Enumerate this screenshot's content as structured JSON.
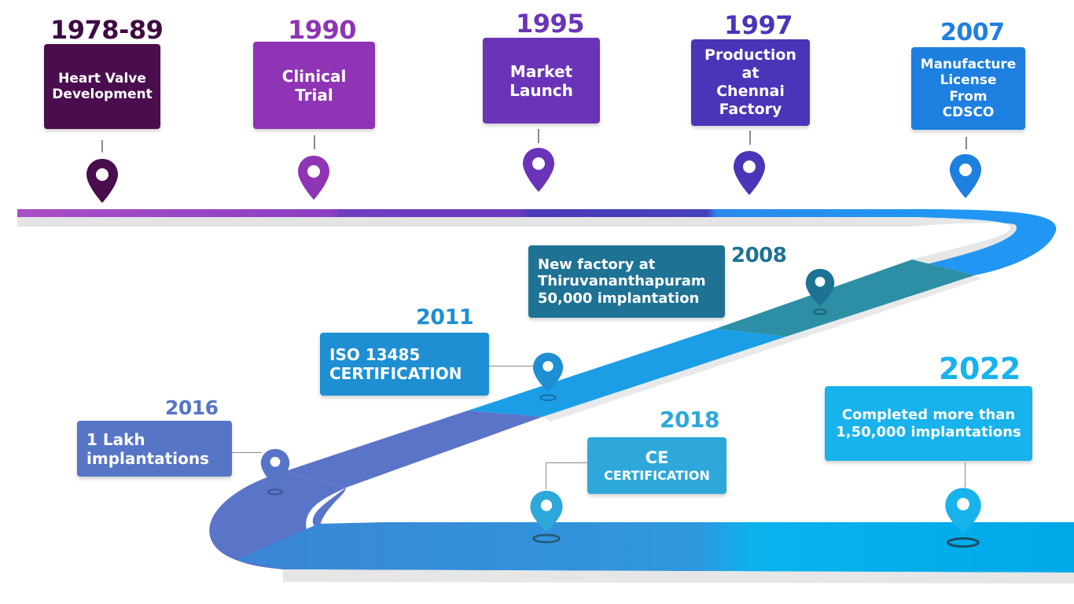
{
  "milestones": [
    {
      "year": "1978-89",
      "text": "Heart Valve\nDevelopment",
      "color": "#4a0d4e"
    },
    {
      "year": "1990",
      "text": "Clinical\nTrial",
      "color": "#8e34b4"
    },
    {
      "year": "1995",
      "text": "Market\nLaunch",
      "color": "#6a34b8"
    },
    {
      "year": "1997",
      "text": "Production\nat\nChennai\nFactory",
      "color": "#4a35b8"
    },
    {
      "year": "2007",
      "text": "Manufacture\nLicense\nFrom\nCDSCO",
      "color": "#1d7fe0"
    },
    {
      "year": "2008",
      "text": "New factory at\nThiruvananthapuram\n50,000 implantation",
      "color": "#1e7294"
    },
    {
      "year": "2011",
      "text": "ISO 13485\nCERTIFICATION",
      "color": "#1d8fd2"
    },
    {
      "year": "2016",
      "text": "1 Lakh\nimplantations",
      "color": "#5775c6"
    },
    {
      "year": "2018",
      "text_main": "CE",
      "text_sub": "CERTIFICATION",
      "color": "#2ea8da"
    },
    {
      "year": "2022",
      "text": "Completed more than\n1,50,000 implantations",
      "color": "#18b2ec"
    }
  ],
  "road_colors": {
    "top_purple": "#a74ec6",
    "top_violet": "#5e3fc0",
    "top_blue": "#2196f3",
    "diag_teal": "#2d8fa5",
    "diag_blue": "#1c9ee6",
    "curve_indigo": "#5a74c8",
    "bottom_blue": "#2f8fd9",
    "bottom_cyan": "#0ab3ee"
  }
}
